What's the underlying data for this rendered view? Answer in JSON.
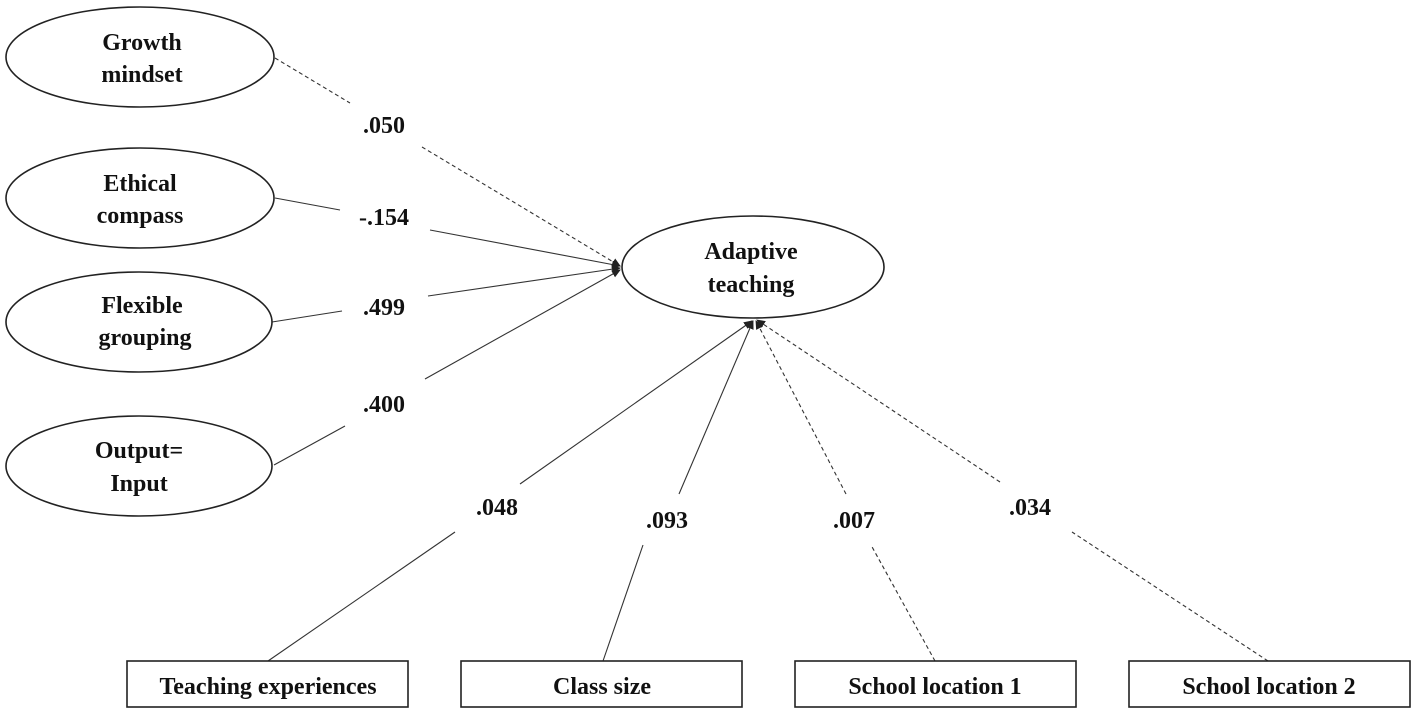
{
  "nodes": {
    "growth_mindset": {
      "line1": "Growth",
      "line2": "mindset"
    },
    "ethical_compass": {
      "line1": "Ethical",
      "line2": "compass"
    },
    "flexible_grouping": {
      "line1": "Flexible",
      "line2": "grouping"
    },
    "output_input": {
      "line1": "Output=",
      "line2": "Input"
    },
    "adaptive_teaching": {
      "line1": "Adaptive",
      "line2": "teaching"
    },
    "teaching_experiences": {
      "label": "Teaching experiences"
    },
    "class_size": {
      "label": "Class size"
    },
    "school_location_1": {
      "label": "School location 1"
    },
    "school_location_2": {
      "label": "School location 2"
    }
  },
  "paths": {
    "growth_mindset": {
      "coef": ".050",
      "style": "dashed"
    },
    "ethical_compass": {
      "coef": "-.154",
      "style": "solid"
    },
    "flexible_grouping": {
      "coef": ".499",
      "style": "solid"
    },
    "output_input": {
      "coef": ".400",
      "style": "solid"
    },
    "teaching_experiences": {
      "coef": ".048",
      "style": "solid"
    },
    "class_size": {
      "coef": ".093",
      "style": "solid"
    },
    "school_location_1": {
      "coef": ".007",
      "style": "dashed"
    },
    "school_location_2": {
      "coef": ".034",
      "style": "dashed"
    }
  },
  "colors": {
    "line": "#333333",
    "text": "#111111",
    "background": "#ffffff"
  }
}
